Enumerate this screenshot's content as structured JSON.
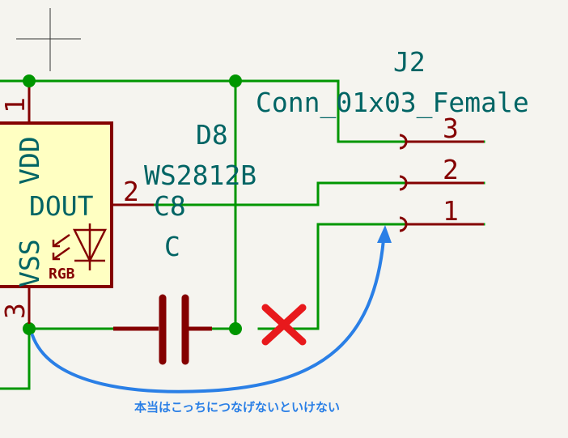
{
  "schematic": {
    "ic": {
      "ref": "D8",
      "value": "WS2812B",
      "pin_labels": {
        "vdd": "VDD",
        "dout": "DOUT",
        "vss": "VSS"
      },
      "pin_numbers": {
        "vdd": "1",
        "dout": "2",
        "vss": "3"
      },
      "rgb_label": "RGB"
    },
    "capacitor": {
      "ref": "C8",
      "value": "C"
    },
    "connector": {
      "ref": "J2",
      "value": "Conn_01x03_Female",
      "pin_numbers": [
        "3",
        "2",
        "1"
      ]
    },
    "annotation": {
      "note": "本当はこっちにつなげないといけない",
      "cross_mark": "wrong-connection"
    },
    "colors": {
      "background": "#f5f4ef",
      "wire": "#009600",
      "junction": "#009600",
      "symbol_body": "#840000",
      "symbol_fill": "#ffffc2",
      "field_text": "#006464",
      "pin_text": "#840000",
      "annotation": "#2a7fe6",
      "cross": "#e8191c"
    }
  }
}
